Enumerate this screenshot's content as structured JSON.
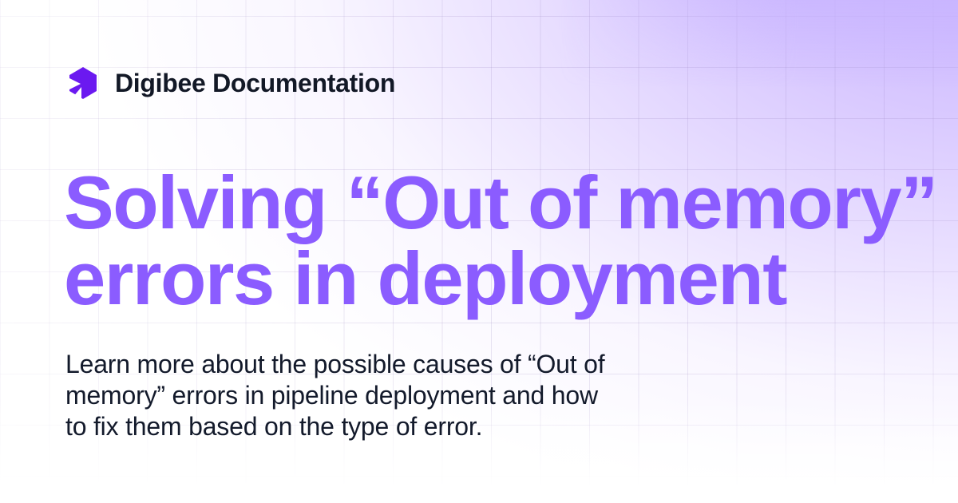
{
  "brand": {
    "logo_icon": "digibee-hexagon-logo-icon",
    "name": "Digibee Documentation",
    "logo_color": "#6b19f0"
  },
  "title": {
    "lines": [
      "Solving “Out of memory”",
      "errors in deployment"
    ],
    "color": "#8b5cff"
  },
  "subtitle": {
    "lines": [
      "Learn more about the possible causes of “Out of",
      "memory” errors in pipeline deployment and how",
      "to fix them based on the type of error."
    ],
    "color": "#131a2b"
  },
  "background": {
    "accent": "#c6b0ff",
    "base": "#ffffff"
  }
}
